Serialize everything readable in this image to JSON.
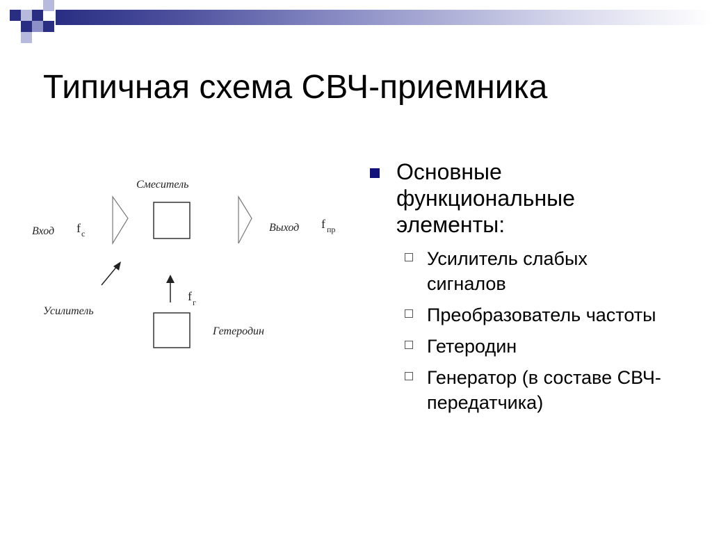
{
  "slide": {
    "title": "Типичная схема СВЧ-приемника",
    "accent_color": "#11127a"
  },
  "diagram": {
    "labels": {
      "mixer": "Смеситель",
      "input": "Вход",
      "output": "Выход",
      "amplifier": "Усилитель",
      "local_oscillator": "Гетеродин"
    },
    "frequencies": {
      "signal": {
        "main": "f",
        "sub": "с"
      },
      "intermediate": {
        "main": "f",
        "sub": "пр"
      },
      "local_oscillator": {
        "main": "f",
        "sub": "г"
      }
    }
  },
  "bullets": {
    "main": "Основные функциональные элементы:",
    "items": [
      "Усилитель слабых сигналов",
      "Преобразователь частоты",
      "Гетеродин",
      "Генератор (в составе СВЧ-передатчика)"
    ]
  }
}
